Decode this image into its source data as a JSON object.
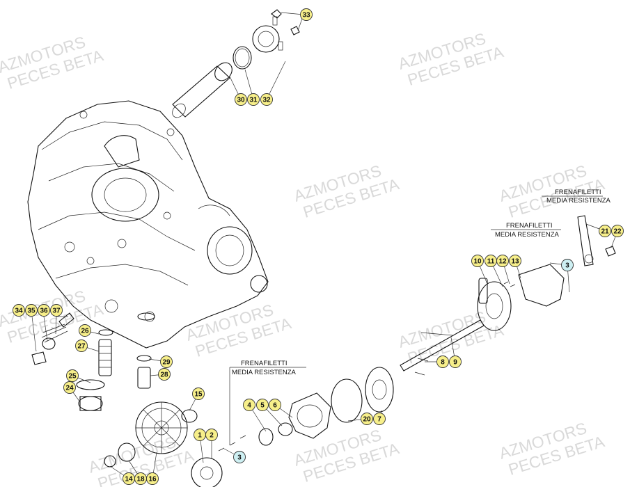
{
  "watermark": {
    "line1": "AZMOTORS",
    "line2": "PECES BETA"
  },
  "notes": [
    {
      "id": "note-top-right",
      "line1": "FRENAFILETTI",
      "line2": "MEDIA RESISTENZA"
    },
    {
      "id": "note-middle-right",
      "line1": "FRENAFILETTI",
      "line2": "MEDIA RESISTENZA"
    },
    {
      "id": "note-bottom-center",
      "line1": "FRENAFILETTI",
      "line2": "MEDIA RESISTENZA"
    }
  ],
  "callouts": [
    {
      "id": "33",
      "label": "33"
    },
    {
      "id": "30",
      "label": "30"
    },
    {
      "id": "31",
      "label": "31"
    },
    {
      "id": "32",
      "label": "32"
    },
    {
      "id": "34",
      "label": "34"
    },
    {
      "id": "35",
      "label": "35"
    },
    {
      "id": "36",
      "label": "36"
    },
    {
      "id": "37",
      "label": "37"
    },
    {
      "id": "26",
      "label": "26"
    },
    {
      "id": "27",
      "label": "27"
    },
    {
      "id": "25",
      "label": "25"
    },
    {
      "id": "24",
      "label": "24"
    },
    {
      "id": "29",
      "label": "29"
    },
    {
      "id": "28",
      "label": "28"
    },
    {
      "id": "15",
      "label": "15"
    },
    {
      "id": "1",
      "label": "1"
    },
    {
      "id": "2",
      "label": "2"
    },
    {
      "id": "14",
      "label": "14"
    },
    {
      "id": "18",
      "label": "18"
    },
    {
      "id": "16",
      "label": "16"
    },
    {
      "id": "3a",
      "label": "3"
    },
    {
      "id": "4",
      "label": "4"
    },
    {
      "id": "5",
      "label": "5"
    },
    {
      "id": "6",
      "label": "6"
    },
    {
      "id": "20",
      "label": "20"
    },
    {
      "id": "7",
      "label": "7"
    },
    {
      "id": "8",
      "label": "8"
    },
    {
      "id": "9",
      "label": "9"
    },
    {
      "id": "10",
      "label": "10"
    },
    {
      "id": "11",
      "label": "11"
    },
    {
      "id": "12",
      "label": "12"
    },
    {
      "id": "13",
      "label": "13"
    },
    {
      "id": "3b",
      "label": "3"
    },
    {
      "id": "21",
      "label": "21"
    },
    {
      "id": "22",
      "label": "22"
    }
  ]
}
